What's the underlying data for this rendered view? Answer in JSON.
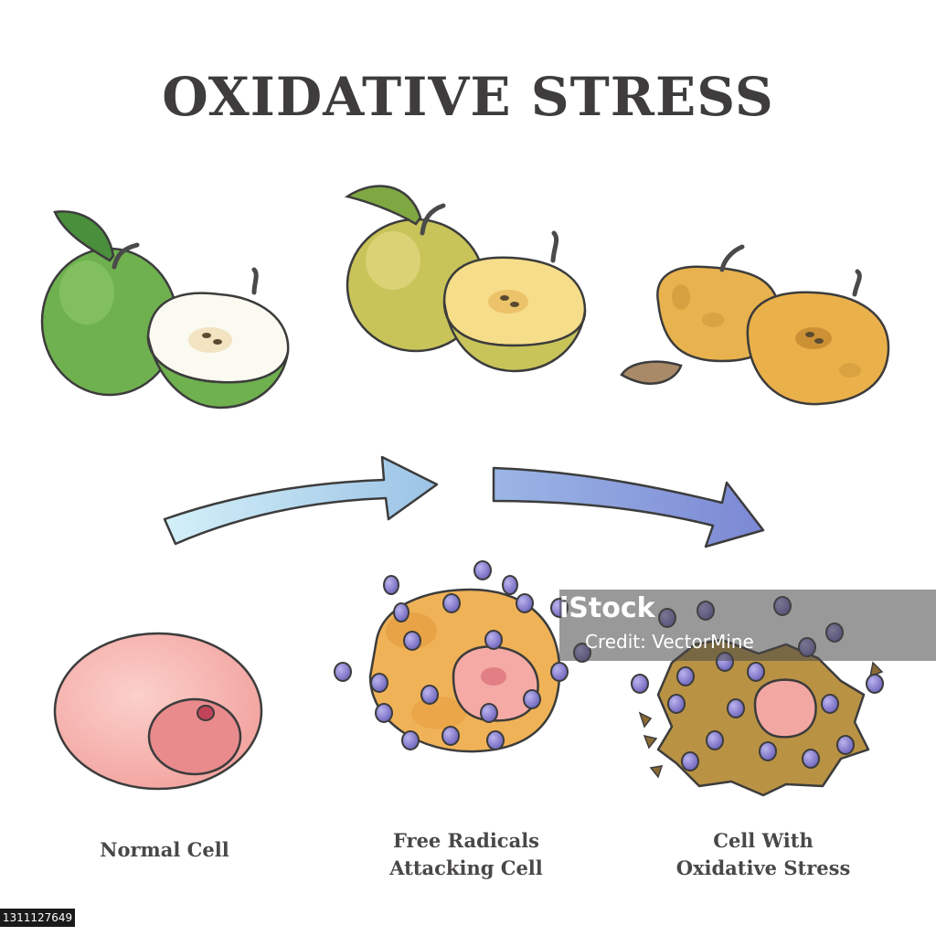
{
  "title": "OXIDATIVE STRESS",
  "stages": [
    {
      "label_line1": "",
      "label_line2": "Normal Cell"
    },
    {
      "label_line1": "Free Radicals",
      "label_line2": "Attacking Cell"
    },
    {
      "label_line1": "Cell With",
      "label_line2": "Oxidative Stress"
    }
  ],
  "watermark": {
    "brand": "iStock",
    "credit": "Credit: VectorMine"
  },
  "stock_id": "1311127649",
  "colors": {
    "fresh_apple": "#6fb04f",
    "aging_apple": "#d9c85a",
    "rotten_apple": "#e8b24e",
    "normal_cell": "#f3a7a3",
    "attacked_cell": "#f0b257",
    "stressed_cell": "#b99244",
    "free_radical": "#7b74c7",
    "arrow_start": "#c9ecf6",
    "arrow_end": "#7f8fd6"
  }
}
